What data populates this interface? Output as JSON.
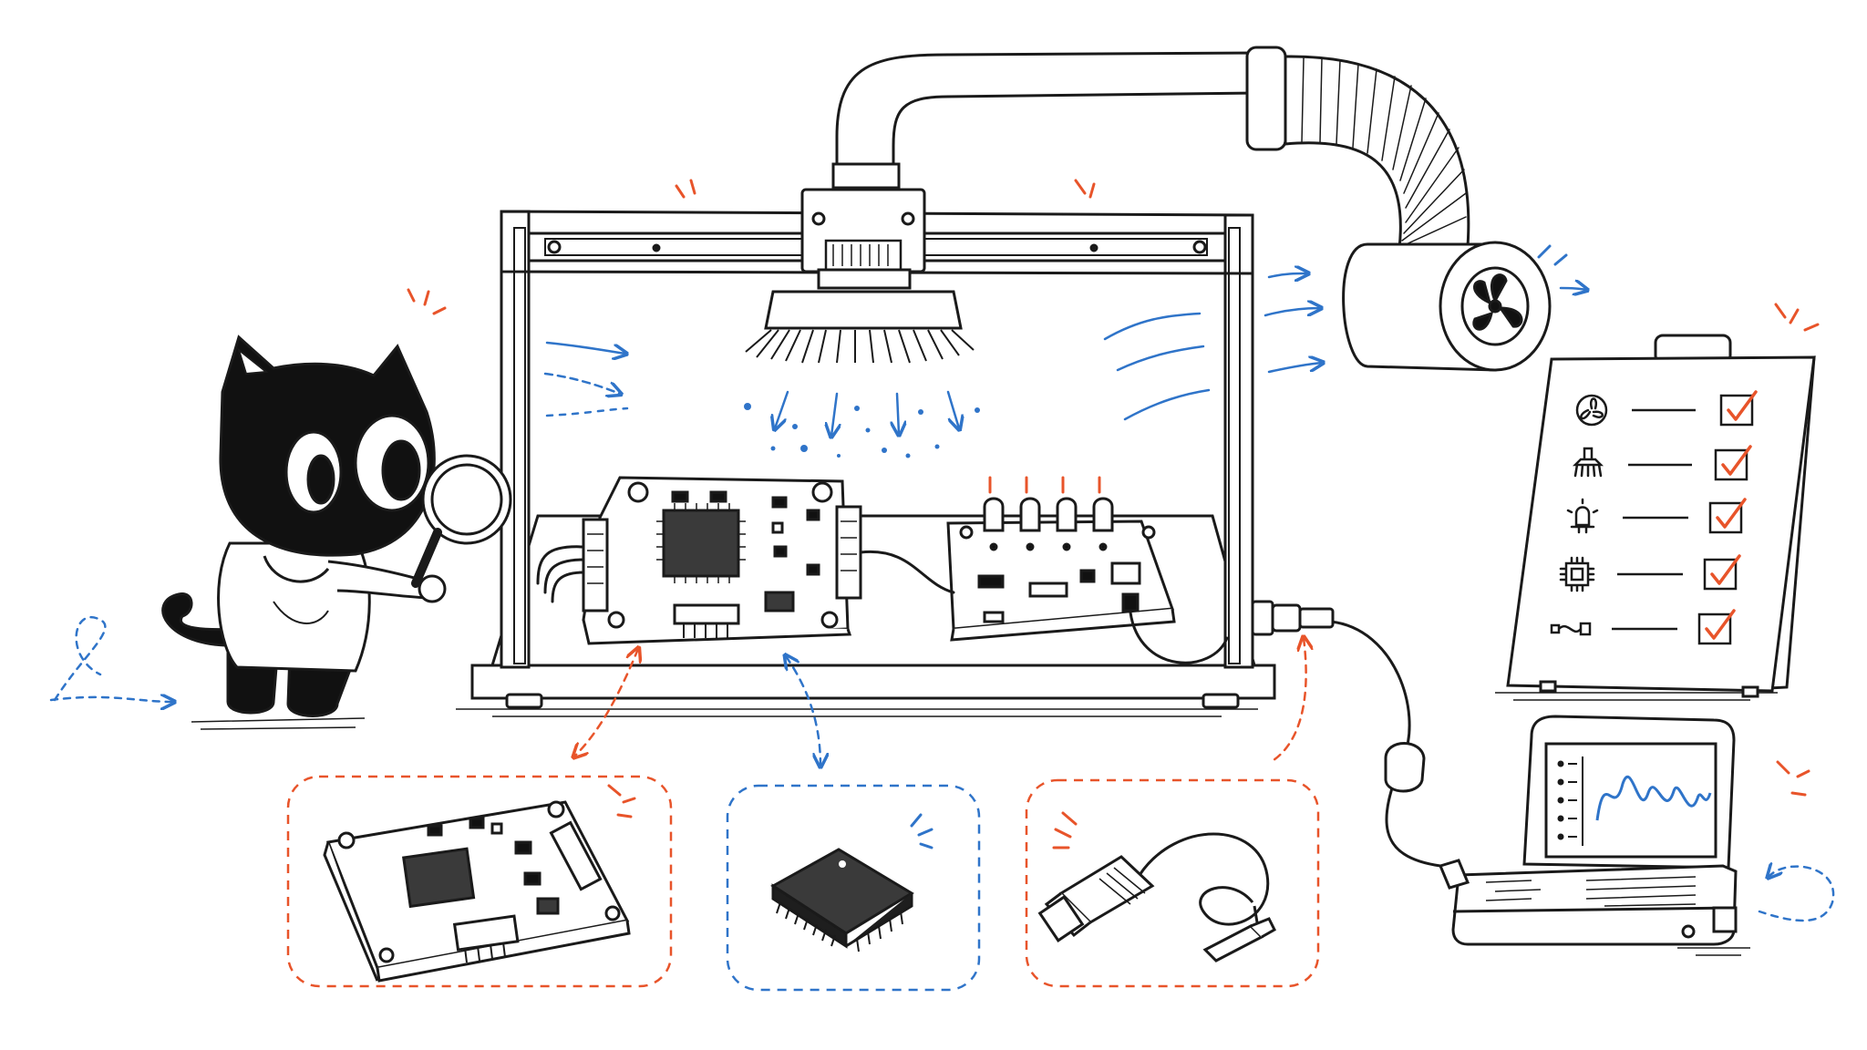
{
  "colors": {
    "ink": "#1a1a1a",
    "accent_orange": "#e8542a",
    "accent_blue": "#2f74c9",
    "chip_fill": "#3a3a3a",
    "paper": "#ffffff",
    "mascot": "#111111"
  },
  "checklist": {
    "items": [
      {
        "icon": "fan-icon",
        "checked": true
      },
      {
        "icon": "brush-icon",
        "checked": true
      },
      {
        "icon": "led-icon",
        "checked": true
      },
      {
        "icon": "chip-icon",
        "checked": true
      },
      {
        "icon": "cable-icon",
        "checked": true
      }
    ]
  },
  "callouts": [
    {
      "name": "pcb-board",
      "border": "#e8542a"
    },
    {
      "name": "microchip",
      "border": "#2f74c9"
    },
    {
      "name": "usb-cable",
      "border": "#e8542a"
    }
  ],
  "laptop": {
    "list_bullets": 5
  }
}
